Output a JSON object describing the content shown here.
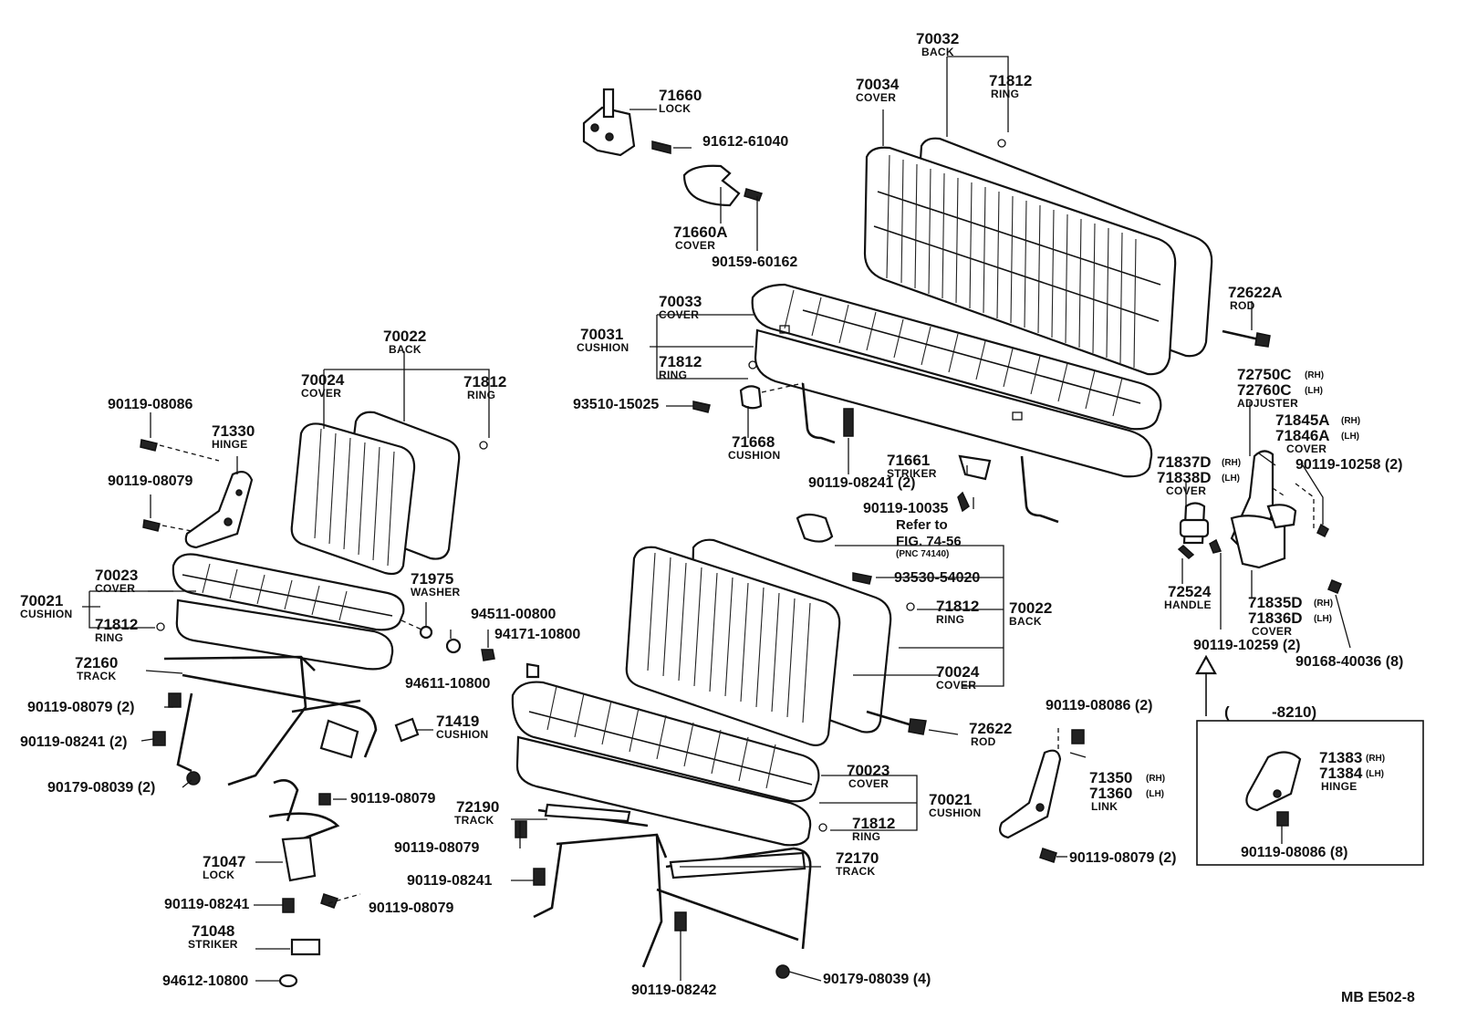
{
  "diagram_id": "MB  E502-8",
  "parts": {
    "p70032": {
      "number": "70032",
      "name": "BACK"
    },
    "p70034_top": {
      "number": "70034",
      "name": "COVER"
    },
    "p71812_top": {
      "number": "71812",
      "name": "RING"
    },
    "p71660": {
      "number": "71660",
      "name": "LOCK"
    },
    "p91612": {
      "number": "91612-61040"
    },
    "p71660A": {
      "number": "71660A",
      "name": "COVER"
    },
    "p90159": {
      "number": "90159-60162"
    },
    "p70033": {
      "number": "70033",
      "name": "COVER"
    },
    "p70031": {
      "number": "70031",
      "name": "CUSHION"
    },
    "p71812_mid": {
      "number": "71812",
      "name": "RING"
    },
    "p93510": {
      "number": "93510-15025"
    },
    "p71668": {
      "number": "71668",
      "name": "CUSHION"
    },
    "p90119_08241_2": {
      "number": "90119-08241 (2)"
    },
    "p71661": {
      "number": "71661",
      "name": "STRIKER"
    },
    "p90119_10035": {
      "number": "90119-10035"
    },
    "p72622A": {
      "number": "72622A",
      "name": "ROD"
    },
    "p72750C": {
      "number": "72750C",
      "qual": "(RH)"
    },
    "p72760C": {
      "number": "72760C",
      "qual": "(LH)",
      "name": "ADJUSTER"
    },
    "p71845A": {
      "number": "71845A",
      "qual": "(RH)"
    },
    "p71846A": {
      "number": "71846A",
      "qual": "(LH)",
      "name": "COVER"
    },
    "p71837D": {
      "number": "71837D",
      "qual": "(RH)"
    },
    "p71838D": {
      "number": "71838D",
      "qual": "(LH)",
      "name": "COVER"
    },
    "p90119_10258": {
      "number": "90119-10258 (2)"
    },
    "p72524": {
      "number": "72524",
      "name": "HANDLE"
    },
    "p71835D": {
      "number": "71835D",
      "qual": "(RH)"
    },
    "p71836D": {
      "number": "71836D",
      "qual": "(LH)",
      "name": "COVER"
    },
    "p90119_10259": {
      "number": "90119-10259 (2)"
    },
    "p90168": {
      "number": "90168-40036 (8)"
    },
    "range_label": {
      "open": "(",
      "value": "-8210)"
    },
    "p71383": {
      "number": "71383",
      "qual": "(RH)"
    },
    "p71384": {
      "number": "71384",
      "qual": "(LH)",
      "name": "HINGE"
    },
    "p90119_08086_8": {
      "number": "90119-08086 (8)"
    },
    "p70022_left": {
      "number": "70022",
      "name": "BACK"
    },
    "p70024_left": {
      "number": "70024",
      "name": "COVER"
    },
    "p71812_left": {
      "number": "71812",
      "name": "RING"
    },
    "p90119_08086_l": {
      "number": "90119-08086"
    },
    "p71330": {
      "number": "71330",
      "name": "HINGE"
    },
    "p90119_08079_l": {
      "number": "90119-08079"
    },
    "p70023_left": {
      "number": "70023",
      "name": "COVER"
    },
    "p70021_left": {
      "number": "70021",
      "name": "CUSHION"
    },
    "p71812_left2": {
      "number": "71812",
      "name": "RING"
    },
    "p71975": {
      "number": "71975",
      "name": "WASHER"
    },
    "p94511": {
      "number": "94511-00800"
    },
    "p94171": {
      "number": "94171-10800"
    },
    "p94611": {
      "number": "94611-10800"
    },
    "p72160": {
      "number": "72160",
      "name": "TRACK"
    },
    "p90119_08079_2l": {
      "number": "90119-08079 (2)"
    },
    "p90119_08241_2l": {
      "number": "90119-08241 (2)"
    },
    "p90179_08039_2": {
      "number": "90179-08039 (2)"
    },
    "p71419": {
      "number": "71419",
      "name": "CUSHION"
    },
    "p90119_08079_lock": {
      "number": "90119-08079"
    },
    "p71047": {
      "number": "71047",
      "name": "LOCK"
    },
    "p90119_08241_lock": {
      "number": "90119-08241"
    },
    "p90119_08079_lock2": {
      "number": "90119-08079"
    },
    "p71048": {
      "number": "71048",
      "name": "STRIKER"
    },
    "p94612": {
      "number": "94612-10800"
    },
    "refer": {
      "line1": "Refer to",
      "line2": "FIG. 74-56",
      "line3": "(PNC 74140)"
    },
    "p93530": {
      "number": "93530-54020"
    },
    "p71812_c": {
      "number": "71812",
      "name": "RING"
    },
    "p70022_c": {
      "number": "70022",
      "name": "BACK"
    },
    "p70024_c": {
      "number": "70024",
      "name": "COVER"
    },
    "p72622": {
      "number": "72622",
      "name": "ROD"
    },
    "p70023_c": {
      "number": "70023",
      "name": "COVER"
    },
    "p70021_c": {
      "number": "70021",
      "name": "CUSHION"
    },
    "p71812_c2": {
      "number": "71812",
      "name": "RING"
    },
    "p72190": {
      "number": "72190",
      "name": "TRACK"
    },
    "p90119_08079_c": {
      "number": "90119-08079"
    },
    "p90119_08241_c": {
      "number": "90119-08241"
    },
    "p72170": {
      "number": "72170",
      "name": "TRACK"
    },
    "p90119_08242": {
      "number": "90119-08242"
    },
    "p90179_08039_4": {
      "number": "90179-08039 (4)"
    },
    "p90119_08086_2": {
      "number": "90119-08086 (2)"
    },
    "p71350": {
      "number": "71350",
      "qual": "(RH)"
    },
    "p71360": {
      "number": "71360",
      "qual": "(LH)",
      "name": "LINK"
    },
    "p90119_08079_2r": {
      "number": "90119-08079 (2)"
    }
  }
}
